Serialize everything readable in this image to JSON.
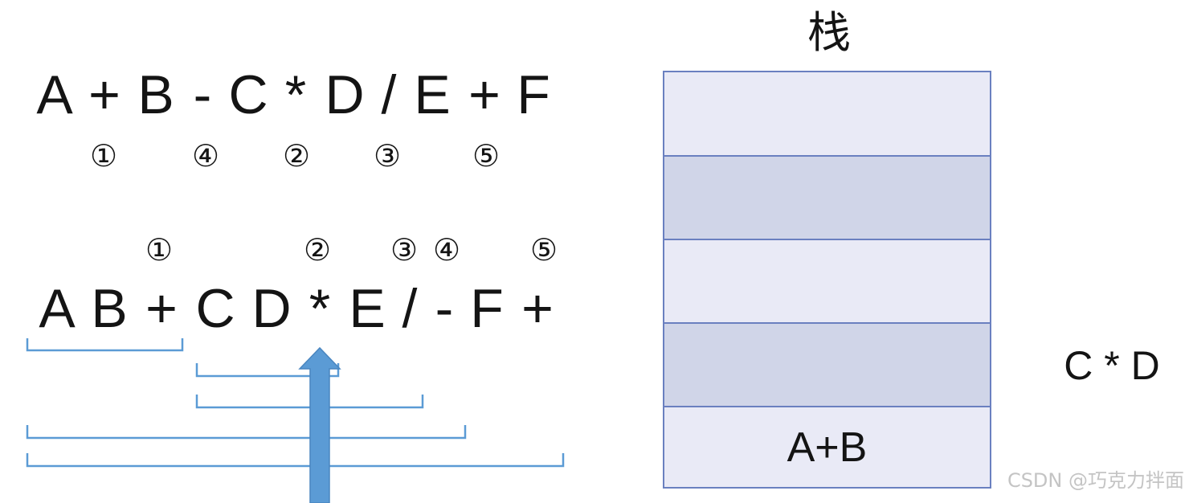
{
  "infix_expression": {
    "tokens": [
      "A",
      "+",
      "B",
      "-",
      "C",
      "*",
      "D",
      "/",
      "E",
      "+",
      "F"
    ],
    "order_marks": [
      "①",
      "④",
      "②",
      "③",
      "⑤"
    ]
  },
  "postfix_expression": {
    "tokens": [
      "A",
      "B",
      "+",
      "C",
      "D",
      "*",
      "E",
      "/",
      "-",
      "F",
      "+"
    ],
    "order_marks": [
      "①",
      "②",
      "③",
      "④",
      "⑤"
    ]
  },
  "stack": {
    "title": "栈",
    "cells": [
      "",
      "",
      "",
      "",
      "A+B"
    ]
  },
  "current_expression": "C * D",
  "watermark": "CSDN @巧克力拌面",
  "colors": {
    "bracket": "#5b9bd5",
    "arrow": "#5b9bd5",
    "arrow_outline": "#4a86c0",
    "stack_border": "#6a80c0",
    "stack_light": "#e9eaf6",
    "stack_dark": "#d0d5e8",
    "text": "#141414",
    "watermark": "#c4c4c4"
  },
  "icons": {
    "brackets": "scope-bracket",
    "arrow": "up-arrow-icon"
  }
}
